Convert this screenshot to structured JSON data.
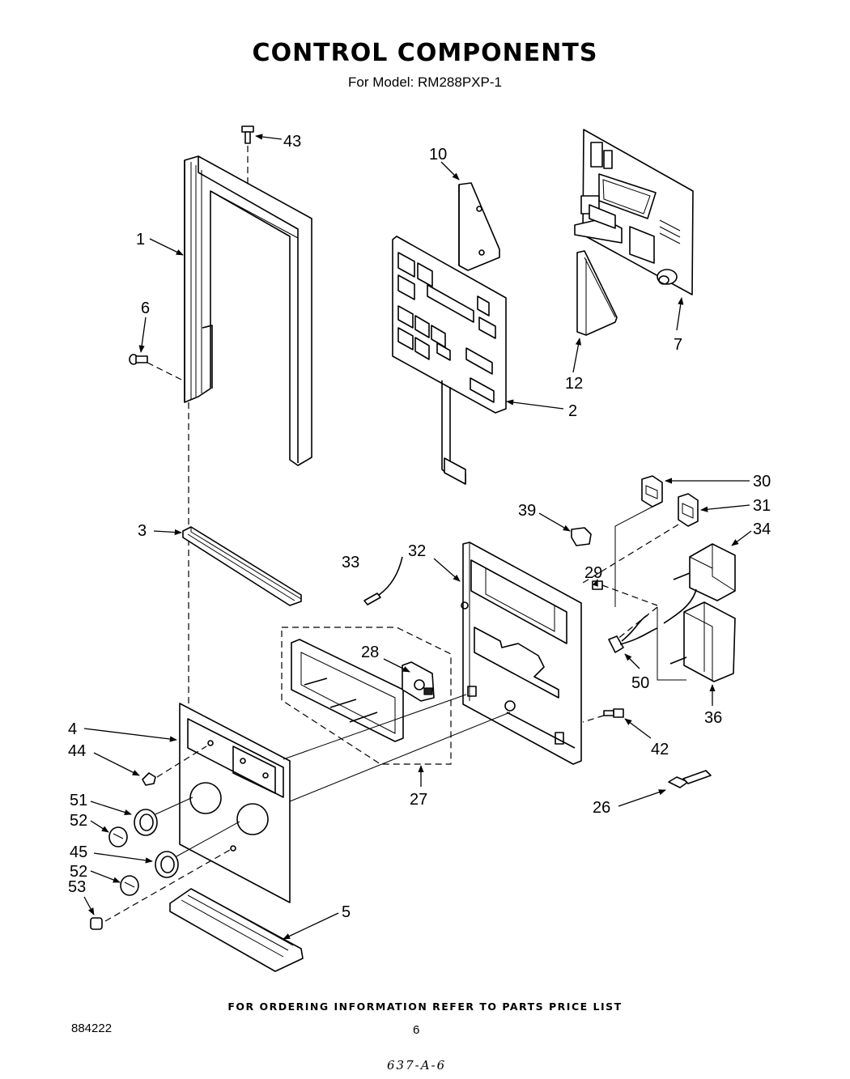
{
  "title": "CONTROL  COMPONENTS",
  "subtitle": "For Model: RM288PXP-1",
  "footer_note": "FOR ORDERING INFORMATION REFER TO PARTS PRICE LIST",
  "doc_number": "884222",
  "page_number": "6",
  "handwritten_code": "637-A-6",
  "callouts": {
    "c1": "1",
    "c2": "2",
    "c3": "3",
    "c4": "4",
    "c5": "5",
    "c6": "6",
    "c7": "7",
    "c10": "10",
    "c12": "12",
    "c26": "26",
    "c27": "27",
    "c28": "28",
    "c29": "29",
    "c30": "30",
    "c31": "31",
    "c32": "32",
    "c33": "33",
    "c34": "34",
    "c36": "36",
    "c39": "39",
    "c42": "42",
    "c43": "43",
    "c44": "44",
    "c45": "45",
    "c50": "50",
    "c51": "51",
    "c52a": "52",
    "c52b": "52",
    "c53": "53"
  }
}
